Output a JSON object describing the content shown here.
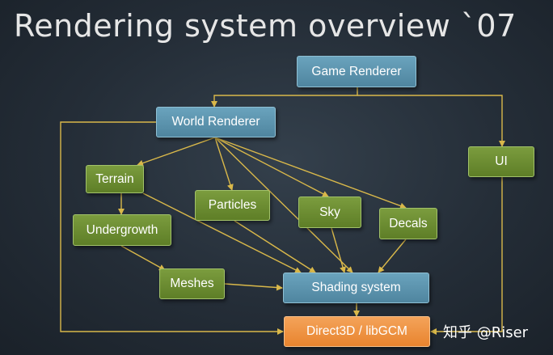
{
  "slide": {
    "title": "Rendering system overview `07"
  },
  "nodes": {
    "game_renderer": "Game Renderer",
    "world_renderer": "World Renderer",
    "ui": "UI",
    "terrain": "Terrain",
    "particles": "Particles",
    "sky": "Sky",
    "decals": "Decals",
    "undergrowth": "Undergrowth",
    "meshes": "Meshes",
    "shading_system": "Shading system",
    "direct3d": "Direct3D / libGCM"
  },
  "watermark": "知乎 @Riser",
  "colors": {
    "connector": "#d9b84a",
    "blue_box": "#5b91ab",
    "green_box": "#6b8c32",
    "orange_box": "#f0953f",
    "title_text": "#e6e6e6"
  }
}
